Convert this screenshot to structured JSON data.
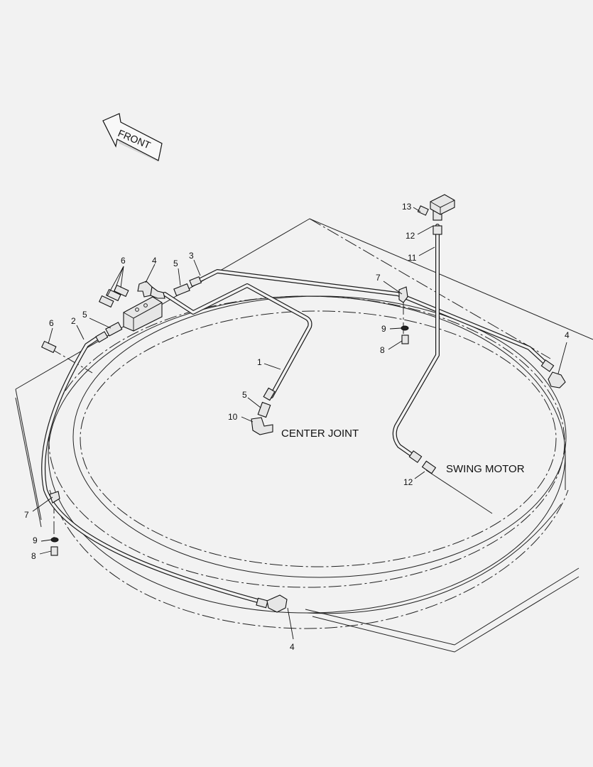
{
  "front_arrow": {
    "label": "FRONT"
  },
  "labels": {
    "center_joint": "CENTER JOINT",
    "swing_motor": "SWING MOTOR"
  },
  "callouts": {
    "c1": "1",
    "c2": "2",
    "c3": "3",
    "c4_top": "4",
    "c4_right": "4",
    "c4_bottom": "4",
    "c5_top": "5",
    "c5_left": "5",
    "c5_center": "5",
    "c6_top": "6",
    "c6_left": "6",
    "c7_right": "7",
    "c7_left": "7",
    "c8_right": "8",
    "c8_left": "8",
    "c9_right": "9",
    "c9_left": "9",
    "c10": "10",
    "c11": "11",
    "c12_top": "12",
    "c12_bottom": "12",
    "c13": "13"
  }
}
